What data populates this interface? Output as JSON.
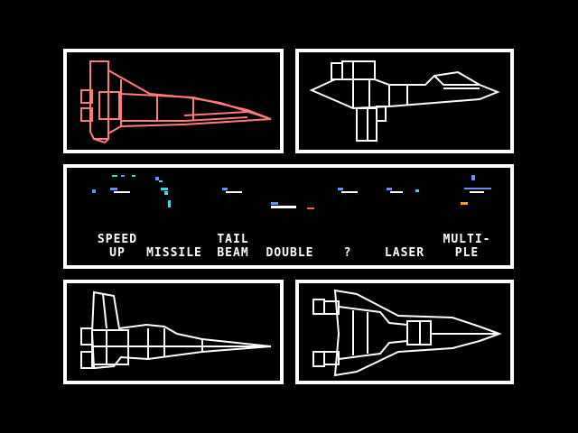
{
  "powerup_labels": [
    {
      "line1": "SPEED",
      "line2": "UP"
    },
    {
      "line1": "",
      "line2": "MISSILE"
    },
    {
      "line1": "TAIL",
      "line2": "BEAM"
    },
    {
      "line1": "",
      "line2": "DOUBLE"
    },
    {
      "line1": "",
      "line2": "?"
    },
    {
      "line1": "",
      "line2": "LASER"
    },
    {
      "line1": "MULTI-",
      "line2": "PLE"
    }
  ],
  "colors": {
    "background": "#000000",
    "frame": "#ffffff",
    "ship_selected": "#ff7b7b",
    "ship_default": "#ffffff",
    "sprite_blue": "#6a8cff",
    "sprite_cyan": "#3fd6e8",
    "sprite_orange": "#ff9a3a",
    "sprite_red": "#ff5a5a"
  },
  "ships": [
    {
      "slot": "top-left",
      "icon": "fighter-ship-1-icon",
      "selected": true
    },
    {
      "slot": "top-right",
      "icon": "fighter-ship-2-icon",
      "selected": false
    },
    {
      "slot": "bottom-left",
      "icon": "fighter-ship-3-icon",
      "selected": false
    },
    {
      "slot": "bottom-right",
      "icon": "fighter-ship-4-icon",
      "selected": false
    }
  ]
}
